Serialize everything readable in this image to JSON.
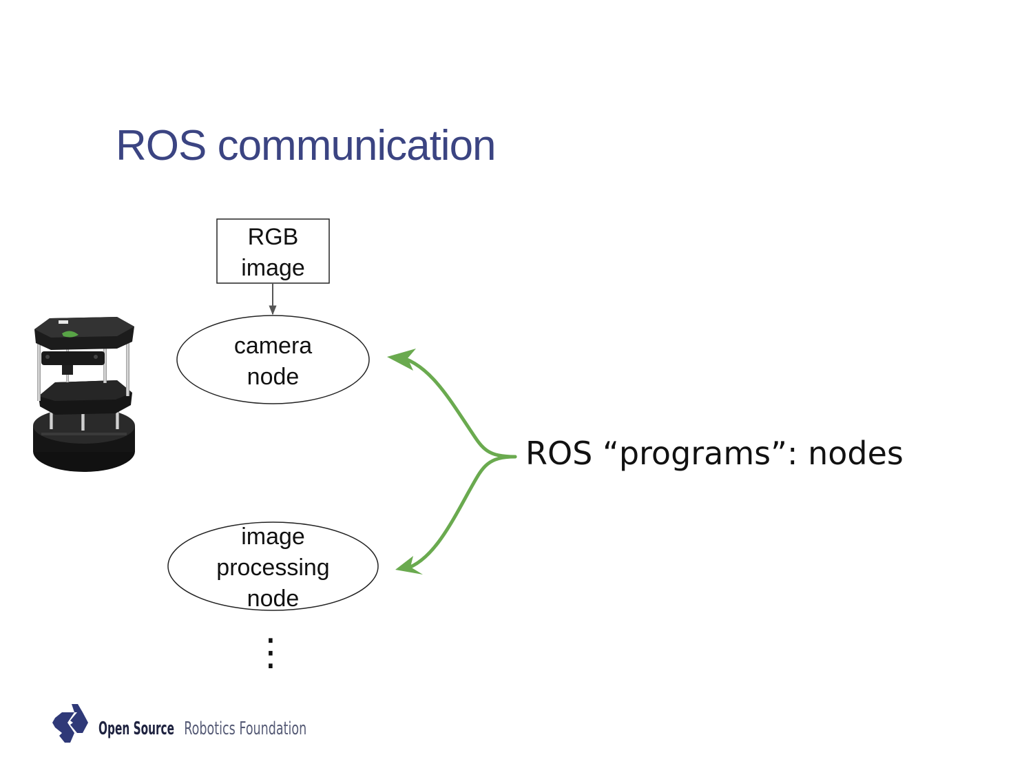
{
  "slide": {
    "title": "ROS communication"
  },
  "diagram": {
    "message_box": {
      "line1": "RGB",
      "line2": "image"
    },
    "camera_node": {
      "line1": "camera",
      "line2": "node"
    },
    "processing_node": {
      "line1": "image",
      "line2": "processing",
      "line3": "node"
    },
    "ellipsis": "⋮",
    "callout": "ROS “programs”: nodes"
  },
  "footer": {
    "org_part1": "Open Source",
    "org_part2": "Robotics Foundation"
  },
  "colors": {
    "title": "#3b4482",
    "callout_brace": "#6aaa4f",
    "logo": "#2f3978",
    "footer_bold": "#1f2340",
    "footer_light": "#555a75"
  },
  "icons": {
    "robot": "turtlebot-robot-photo",
    "logo": "osrf-logo"
  }
}
